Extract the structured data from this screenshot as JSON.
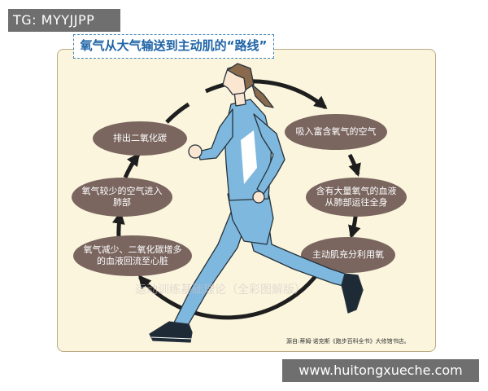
{
  "tg_label": "TG: MYYJJPP",
  "title": "氧气从大气输送到主动肌的“路线”",
  "steps": [
    "排出二氧化碳",
    "吸入富含氧气的空气",
    "氧气较少的空气进入肺部",
    "含有大量氧气的血液从肺部运往全身",
    "氧气减少、二氧化碳增多的血液回流至心脏",
    "主动肌充分利用氧"
  ],
  "watermark": "运动训练基础理论（全彩图解版）",
  "source": "源自:蒂姆·诺克斯《跑步百科全书》大修馆书店。",
  "url": "www.huitongxueche.com",
  "colors": {
    "bubble": "#7a655f",
    "panel": "#fbf5dd",
    "title_text": "#1e63a6",
    "runner": "#7fb8de"
  },
  "icons": [
    "cycle-arrow-icon",
    "runner-illustration"
  ]
}
